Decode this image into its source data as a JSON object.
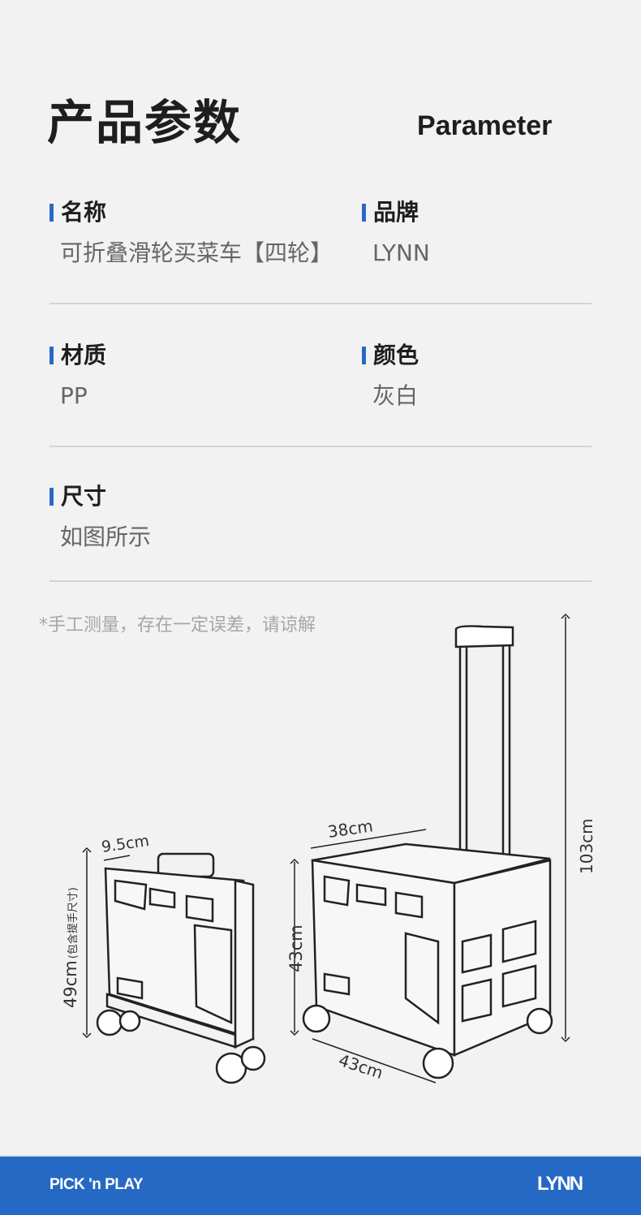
{
  "header": {
    "title": "产品参数",
    "subtitle": "Parameter"
  },
  "params": [
    {
      "label": "名称",
      "value": "可折叠滑轮买菜车【四轮】"
    },
    {
      "label": "品牌",
      "value": "LYNN"
    },
    {
      "label": "材质",
      "value": "PP"
    },
    {
      "label": "颜色",
      "value": "灰白"
    },
    {
      "label": "尺寸",
      "value": "如图所示"
    }
  ],
  "note": "*手工测量，存在一定误差，请谅解",
  "diagram": {
    "folded": {
      "depth": "9.5cm",
      "height": "49cm",
      "height_note": "(包含提手尺寸)"
    },
    "open": {
      "width": "38cm",
      "box_height": "43cm",
      "length": "43cm",
      "total_height": "103cm"
    }
  },
  "footer": {
    "left_brand": "PICK 'n PLAY",
    "right_brand": "LYNN"
  },
  "colors": {
    "accent": "#2a68c6",
    "footer": "#2669c4",
    "logo_accent": "#f2c21b"
  }
}
